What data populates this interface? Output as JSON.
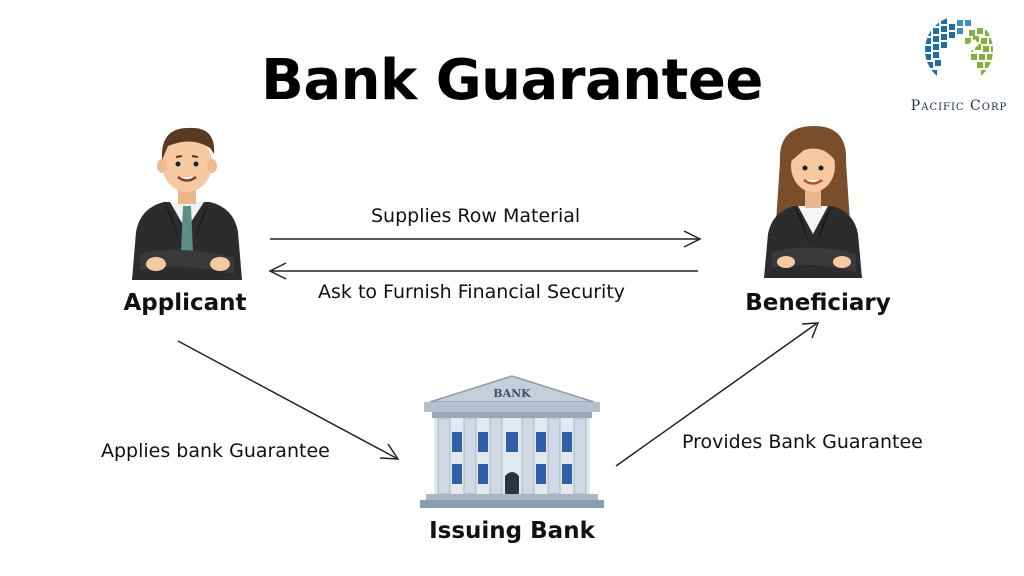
{
  "title": "Bank Guarantee",
  "logo": {
    "text": "Pacific Corp",
    "colors": [
      "#1d6fa8",
      "#7fb33a"
    ]
  },
  "nodes": {
    "applicant": "Applicant",
    "beneficiary": "Beneficiary",
    "bank": "Issuing Bank",
    "bank_sign": "BANK"
  },
  "edges": {
    "supplies": "Supplies Row Material",
    "ask": "Ask to Furnish Financial Security",
    "applies": "Applies bank Guarantee",
    "provides": "Provides Bank Guarantee"
  },
  "colors": {
    "suit": "#2c2c2e",
    "tie": "#5b8f85",
    "skin": "#f6c9a0",
    "hair_man": "#5a3a22",
    "hair_woman": "#7a4e2a",
    "bank": "#9fb0c4"
  }
}
